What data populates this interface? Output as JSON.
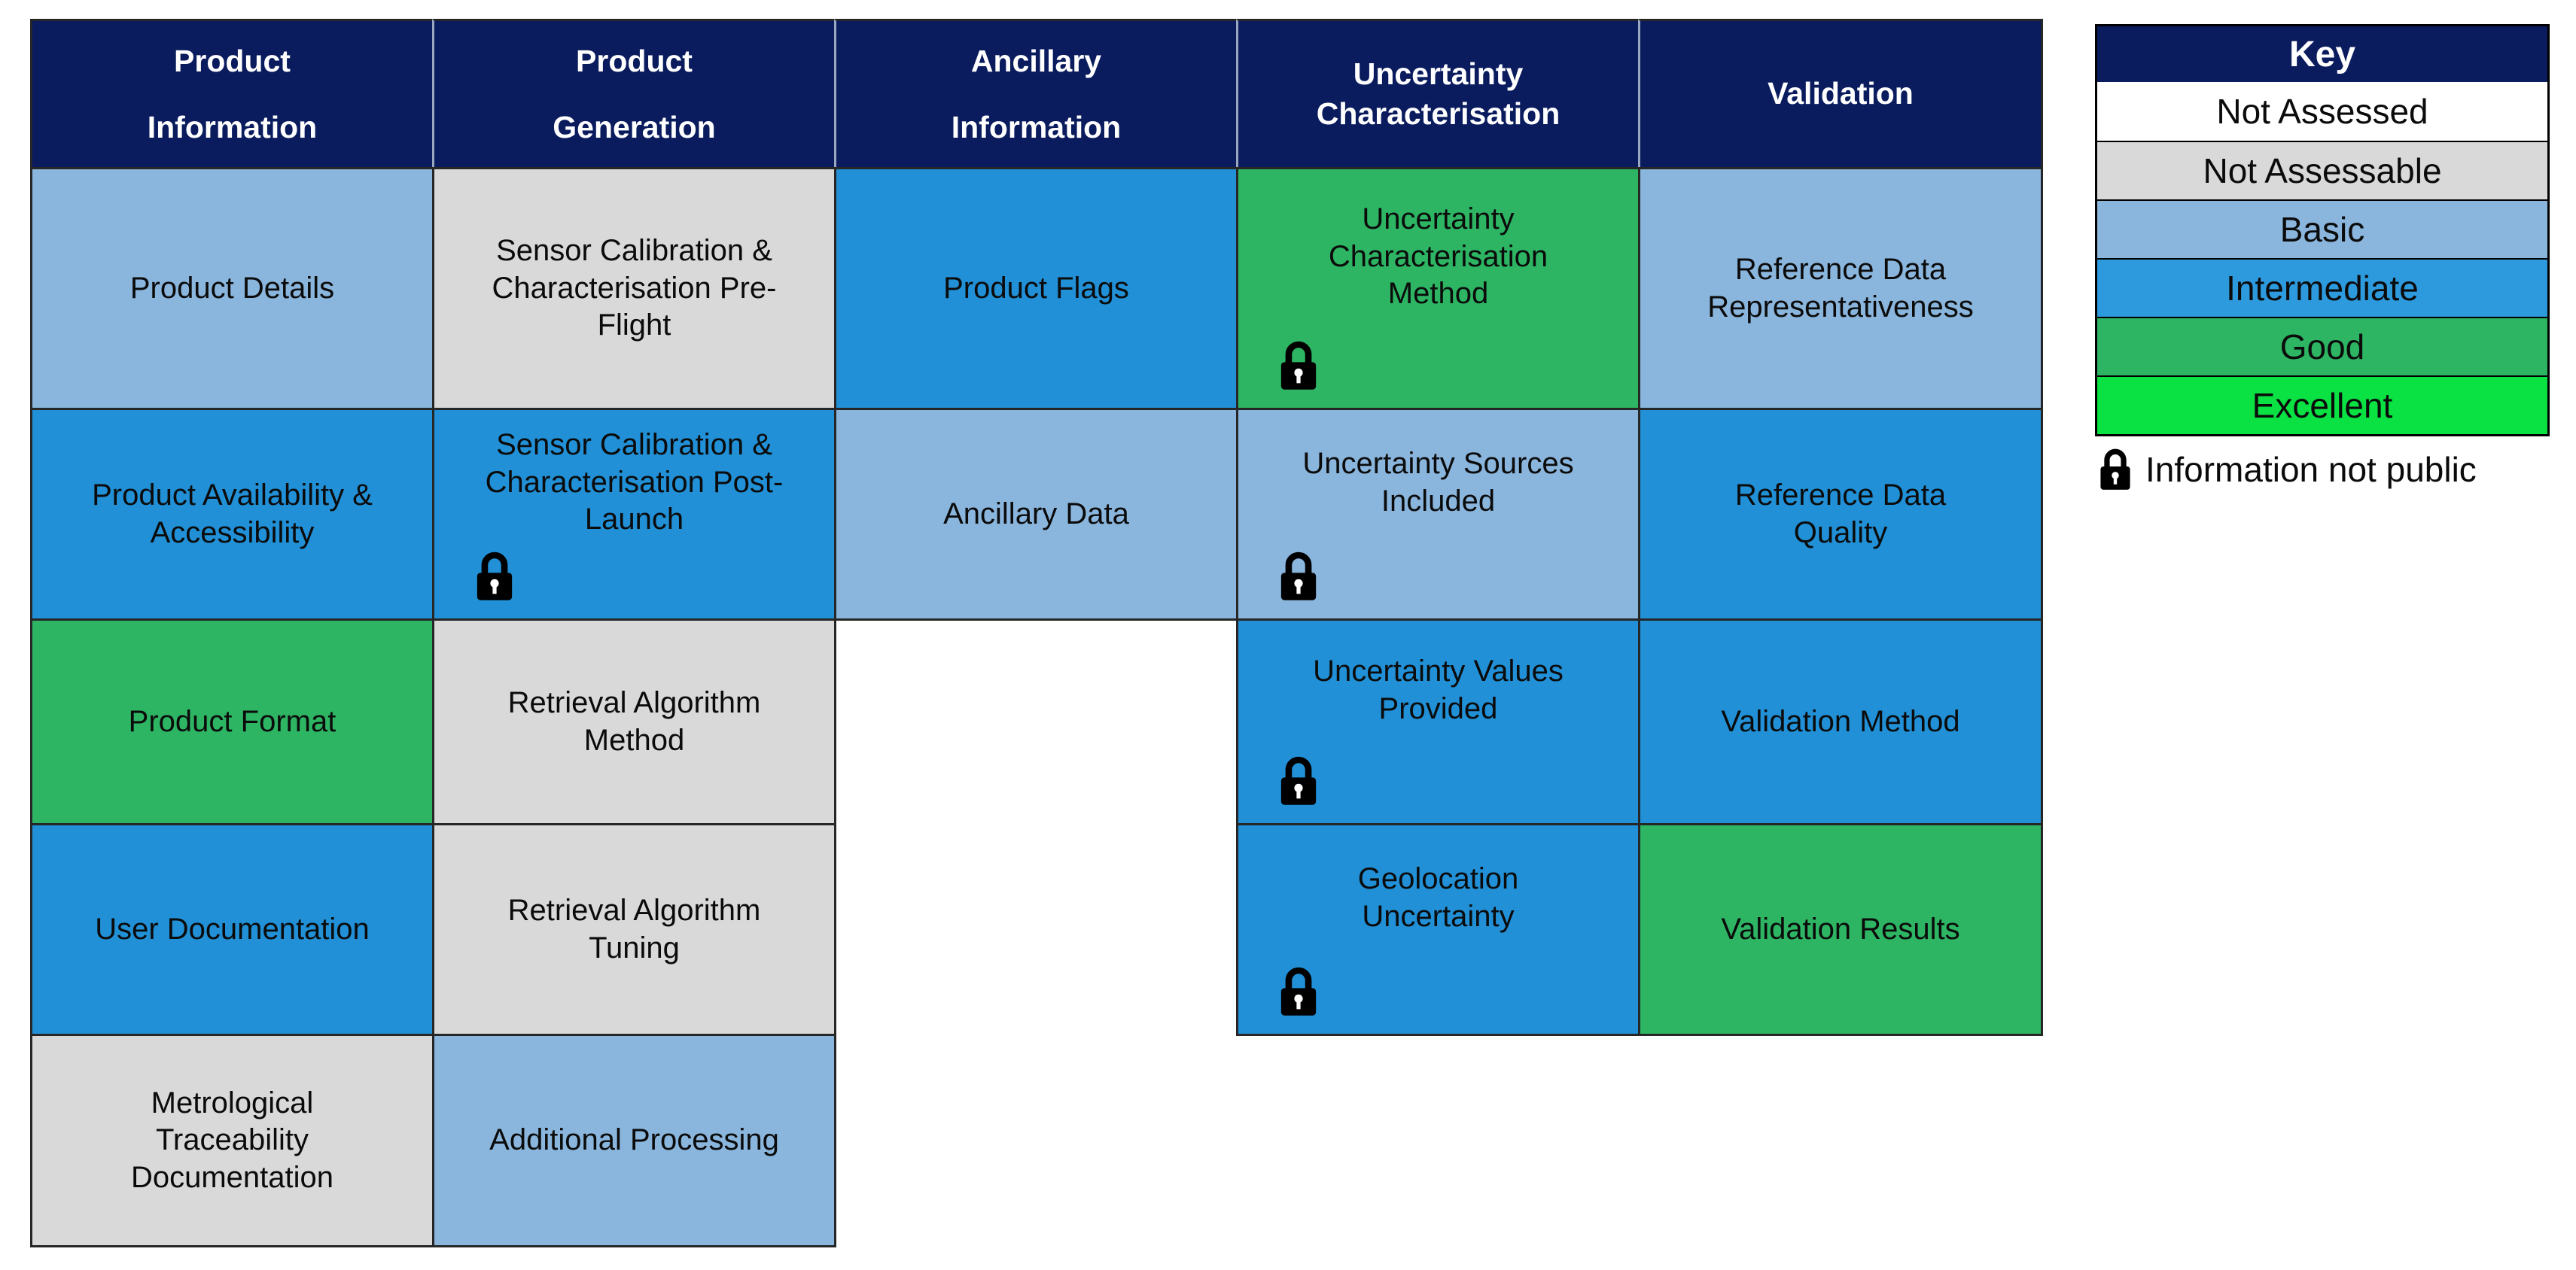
{
  "palette": {
    "header_navy": "#0a1c5e",
    "not_assessed": "#ffffff",
    "not_assessable": "#d9d9d9",
    "basic": "#8ab5dc",
    "intermediate": "#2190d6",
    "good": "#2db563",
    "excellent": "#0ae143",
    "border_dark": "#262626",
    "text": "#0b0b0b"
  },
  "matrix": {
    "columns": [
      {
        "header": "Product\nInformation",
        "cells": [
          {
            "label": "Product Details",
            "level": "Basic",
            "color": "#8ab5dc",
            "lock": false
          },
          {
            "label": "Product Availability &\nAccessibility",
            "level": "Intermediate",
            "color": "#2190d6",
            "lock": false
          },
          {
            "label": "Product Format",
            "level": "Good",
            "color": "#2db563",
            "lock": false
          },
          {
            "label": "User Documentation",
            "level": "Intermediate",
            "color": "#2190d6",
            "lock": false
          },
          {
            "label": "Metrological\nTraceability\nDocumentation",
            "level": "Not Assessable",
            "color": "#d9d9d9",
            "lock": false
          }
        ]
      },
      {
        "header": "Product\nGeneration",
        "cells": [
          {
            "label": "Sensor Calibration &\nCharacterisation Pre-\nFlight",
            "level": "Not Assessable",
            "color": "#d9d9d9",
            "lock": false
          },
          {
            "label": "Sensor Calibration &\nCharacterisation Post-\nLaunch",
            "level": "Intermediate",
            "color": "#2190d6",
            "lock": true
          },
          {
            "label": "Retrieval Algorithm\nMethod",
            "level": "Not Assessable",
            "color": "#d9d9d9",
            "lock": false
          },
          {
            "label": "Retrieval Algorithm\nTuning",
            "level": "Not Assessable",
            "color": "#d9d9d9",
            "lock": false
          },
          {
            "label": "Additional Processing",
            "level": "Basic",
            "color": "#8ab5dc",
            "lock": false
          }
        ]
      },
      {
        "header": "Ancillary\nInformation",
        "cells": [
          {
            "label": "Product Flags",
            "level": "Intermediate",
            "color": "#2190d6",
            "lock": false
          },
          {
            "label": "Ancillary Data",
            "level": "Basic",
            "color": "#8ab5dc",
            "lock": false
          }
        ]
      },
      {
        "header": "Uncertainty\nCharacterisation",
        "cells": [
          {
            "label": "Uncertainty\nCharacterisation\nMethod",
            "level": "Good",
            "color": "#2db563",
            "lock": true
          },
          {
            "label": "Uncertainty Sources\nIncluded",
            "level": "Basic",
            "color": "#8ab5dc",
            "lock": true
          },
          {
            "label": "Uncertainty Values\nProvided",
            "level": "Intermediate",
            "color": "#2190d6",
            "lock": true
          },
          {
            "label": "Geolocation\nUncertainty",
            "level": "Intermediate",
            "color": "#2190d6",
            "lock": true
          }
        ]
      },
      {
        "header": "Validation",
        "cells": [
          {
            "label": "Reference Data\nRepresentativeness",
            "level": "Basic",
            "color": "#8ab5dc",
            "lock": false
          },
          {
            "label": "Reference Data\nQuality",
            "level": "Intermediate",
            "color": "#2190d6",
            "lock": false
          },
          {
            "label": "Validation Method",
            "level": "Intermediate",
            "color": "#2190d6",
            "lock": false
          },
          {
            "label": "Validation Results",
            "level": "Good",
            "color": "#2db563",
            "lock": false
          }
        ]
      }
    ]
  },
  "key": {
    "title": "Key",
    "items": [
      {
        "label": "Not Assessed",
        "color": "#ffffff"
      },
      {
        "label": "Not Assessable",
        "color": "#d9d9d9"
      },
      {
        "label": "Basic",
        "color": "#8ab5dc"
      },
      {
        "label": "Intermediate",
        "color": "#2e9ade"
      },
      {
        "label": "Good",
        "color": "#2db563"
      },
      {
        "label": "Excellent",
        "color": "#0ae143"
      }
    ],
    "legend": {
      "label": "Information not public"
    }
  }
}
